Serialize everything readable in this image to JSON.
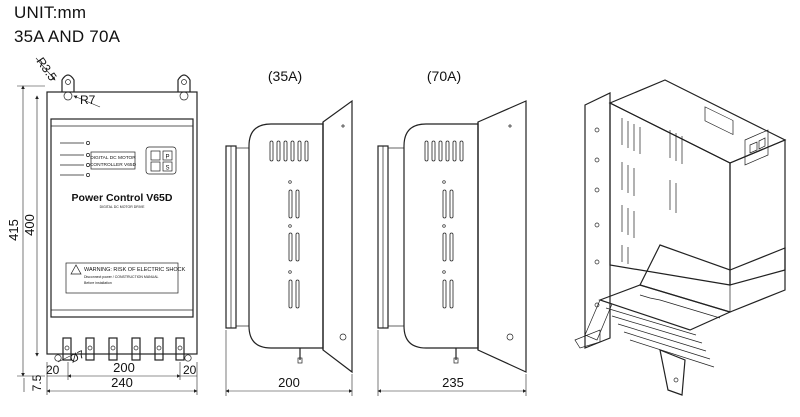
{
  "header": {
    "unit": "UNIT:mm",
    "subtitle": "35A AND 70A"
  },
  "front_view": {
    "label_name": "DIGITAL DC MOTOR",
    "label_name2": "CONTROLLER V65D",
    "brand_title": "Power Control V65D",
    "brand_sub": "DIGITAL DC MOTOR DRIVE",
    "warning": "WARNING: RISK OF ELECTRIC SHOCK",
    "warning_line2": "Disconnect power / CONSTRUCTION MANUAL",
    "warning_line3": "Before installation",
    "keypad_keys": [
      "P",
      "S"
    ],
    "dims": {
      "radius_corner": "R3.5",
      "radius_hole": "R7",
      "height_outer": "415",
      "height_inner": "400",
      "hole_dia": "Ø7",
      "width_inner": "200",
      "width_outer": "240",
      "offset_left": "20",
      "offset_right": "20",
      "offset_bottom": "7.5"
    }
  },
  "side_view_35a": {
    "label": "(35A)",
    "depth": "200"
  },
  "side_view_70a": {
    "label": "(70A)",
    "depth": "235"
  }
}
